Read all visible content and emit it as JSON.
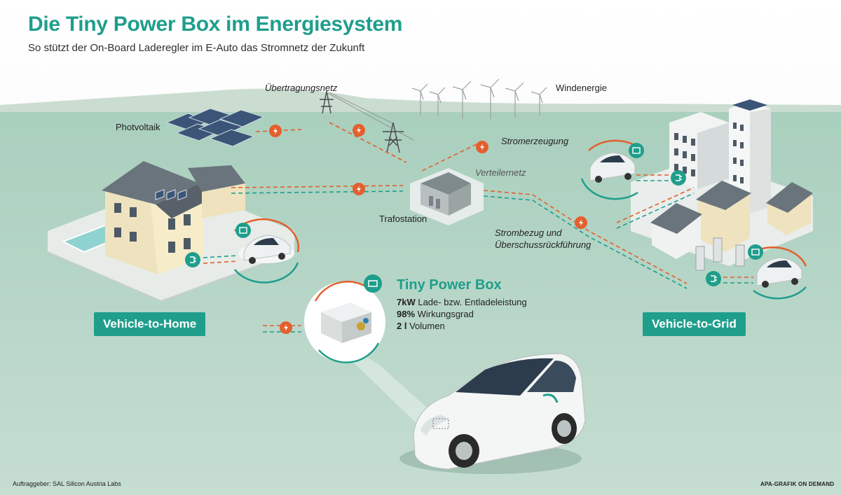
{
  "header": {
    "title": "Die Tiny Power Box im Energiesystem",
    "subtitle": "So stützt der On-Board Laderegler im E-Auto das Stromnetz der Zukunft"
  },
  "labels": {
    "photovoltaik": "Photvoltaik",
    "uebertragungsnetz": "Übertragungsnetz",
    "windenergie": "Windenergie",
    "stromerzeugung": "Stromerzeugung",
    "verteilernetz": "Verteilernetz",
    "trafostation": "Trafostation",
    "strombezug_line1": "Strombezug und",
    "strombezug_line2": "Überschussrückführung"
  },
  "tags": {
    "v2h": "Vehicle-to-Home",
    "v2g": "Vehicle-to-Grid"
  },
  "tiny_power_box": {
    "title": "Tiny Power Box",
    "specs": [
      {
        "value": "7kW",
        "text": " Lade- bzw. Entladeleistung"
      },
      {
        "value": "98%",
        "text": " Wirkungsgrad"
      },
      {
        "value": "2 l",
        "text": " Volumen"
      }
    ]
  },
  "footer": {
    "client": "Auftraggeber: SAL Silicon Austria Labs",
    "credit": "APA-GRAFIK ON DEMAND"
  },
  "colors": {
    "teal": "#1f9e8c",
    "orange": "#e35f2d",
    "ground": "#a9cfbd"
  }
}
